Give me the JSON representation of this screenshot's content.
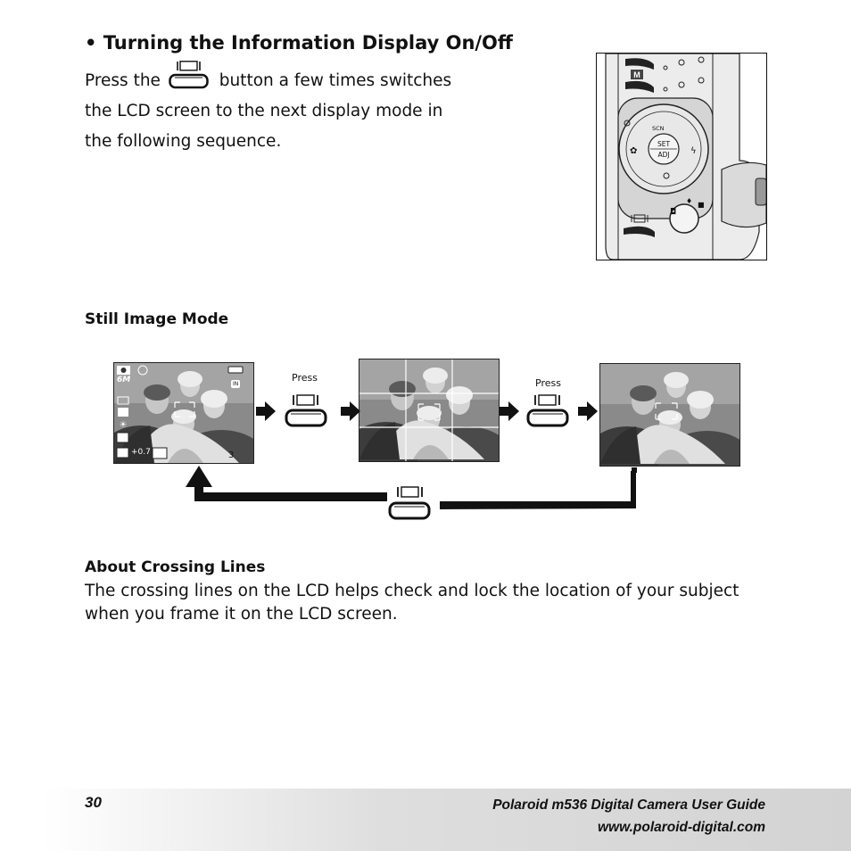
{
  "section_title": "• Turning the Information Display On/Off",
  "intro": {
    "part1": "Press the",
    "part2": "button a few times switches",
    "line2": "the LCD screen to the next display mode in",
    "line3": "the following sequence."
  },
  "camera_labels": {
    "mode_m": "M",
    "scn": "SCN",
    "set": "SET",
    "adj": "ADJ"
  },
  "still_image_mode_heading": "Still Image Mode",
  "flow": {
    "press_label_1": "Press",
    "press_label_2": "Press"
  },
  "lcd_overlay": {
    "resolution": "6M",
    "storage": "IN",
    "exposure": "+0.7",
    "shots_remaining": "3"
  },
  "about": {
    "heading": "About Crossing Lines",
    "body": "The crossing lines on the LCD helps check and lock the location of your subject when you frame it on the LCD screen."
  },
  "footer": {
    "page_number": "30",
    "guide_title": "Polaroid m536 Digital Camera User Guide",
    "website": "www.polaroid-digital.com"
  }
}
